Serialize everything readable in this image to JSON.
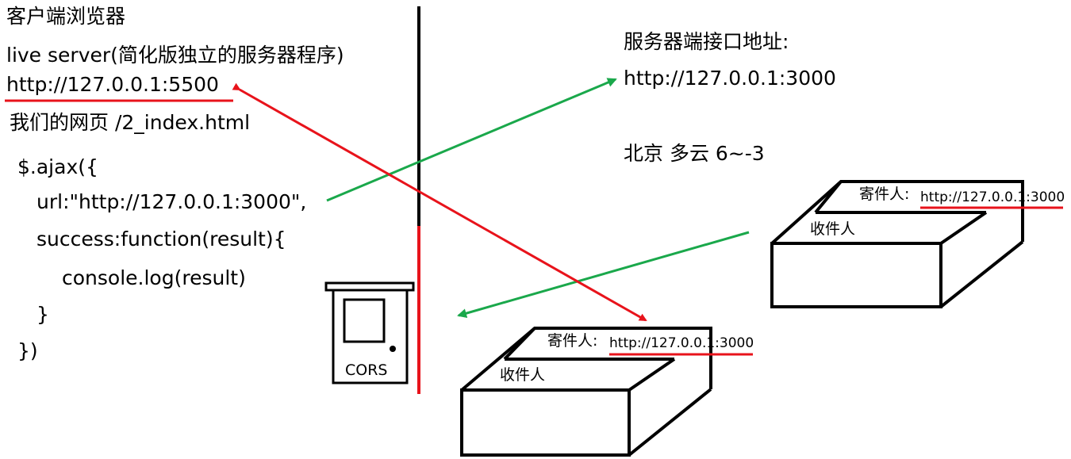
{
  "client": {
    "title": "客户端浏览器",
    "live_server": "live server(简化版独立的服务器程序)",
    "url": "http://127.0.0.1:5500",
    "page": "我们的网页 /2_index.html",
    "code": [
      "$.ajax({",
      "url:\"http://127.0.0.1:3000\",",
      "success:function(result){",
      "console.log(result)",
      "}",
      "})"
    ]
  },
  "server": {
    "label": "服务器端接口地址:",
    "url": "http://127.0.0.1:3000",
    "weather": "北京 多云 6~-3"
  },
  "door": {
    "label": "CORS"
  },
  "box_right": {
    "sender_label": "寄件人:",
    "sender_url": "http://127.0.0.1:3000",
    "receiver_label": "收件人"
  },
  "box_bottom": {
    "sender_label": "寄件人:",
    "sender_url": "http://127.0.0.1:3000",
    "receiver_label": "收件人"
  },
  "colors": {
    "red": "#e8131b",
    "green": "#1aa84b",
    "black": "#000000"
  }
}
